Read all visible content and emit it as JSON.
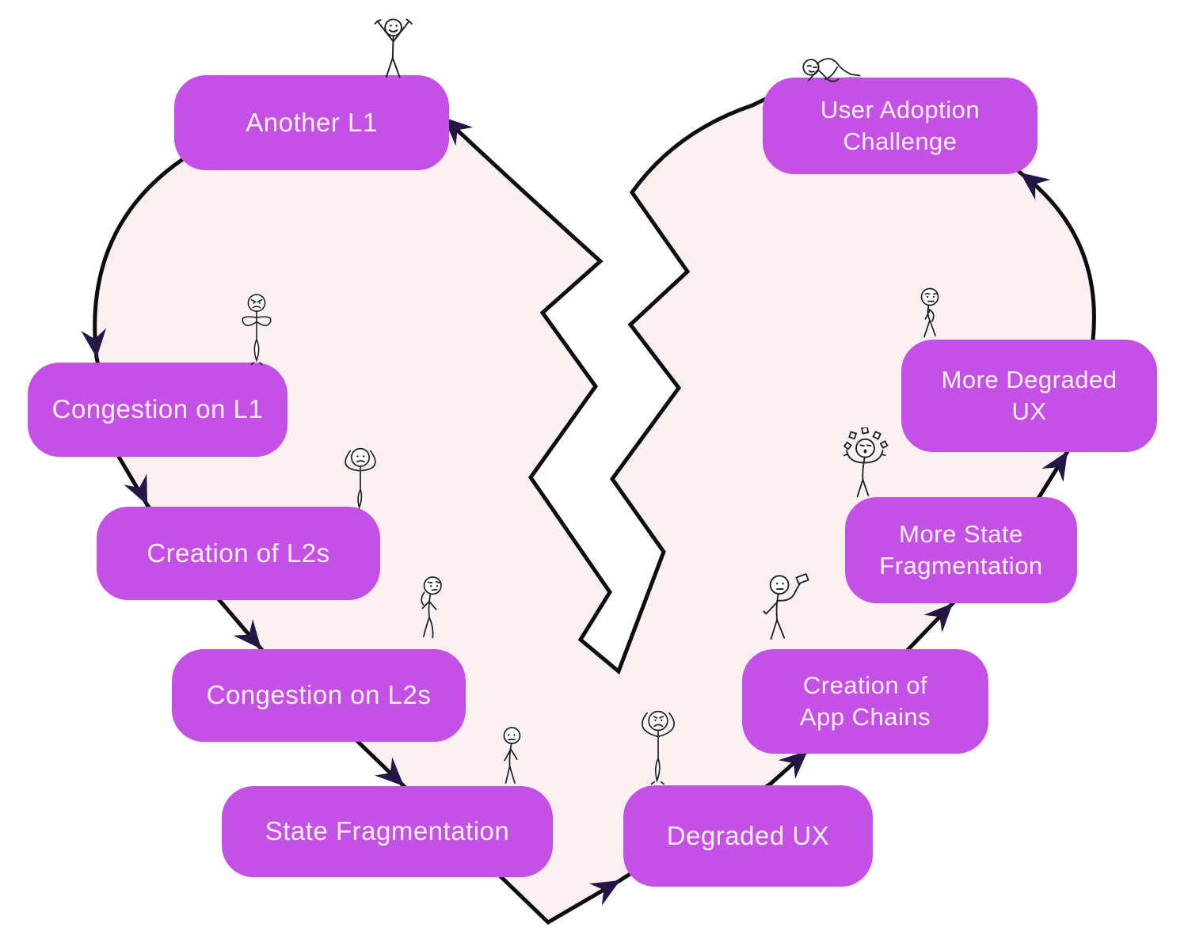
{
  "diagram": {
    "description": "Broken-heart shaped cycle diagram of blockchain scaling problems",
    "colors": {
      "node_fill": "#c550e6",
      "node_text": "#faf0f6",
      "heart_fill": "#fbf1f3",
      "outline": "#0d0d0d",
      "arrowhead": "#241747",
      "background": "#ffffff"
    },
    "nodes": [
      {
        "id": "another-l1",
        "label": "Another L1",
        "figure_icon": "stick-figure-cheering-icon"
      },
      {
        "id": "congestion-on-l1",
        "label": "Congestion on L1",
        "figure_icon": "stick-figure-angry-icon"
      },
      {
        "id": "creation-of-l2s",
        "label": "Creation of L2s",
        "figure_icon": "stick-figure-hands-on-head-icon"
      },
      {
        "id": "congestion-on-l2s",
        "label": "Congestion on L2s",
        "figure_icon": "stick-figure-confused-icon"
      },
      {
        "id": "state-fragmentation",
        "label": "State Fragmentation",
        "figure_icon": "stick-figure-sad-icon"
      },
      {
        "id": "degraded-ux",
        "label": "Degraded UX",
        "figure_icon": "stick-figure-distressed-icon"
      },
      {
        "id": "creation-of-app-chains",
        "label": "Creation of\nApp Chains",
        "figure_icon": "stick-figure-hammer-icon"
      },
      {
        "id": "more-state-fragmentation",
        "label": "More State\nFragmentation",
        "figure_icon": "stick-figure-juggling-icon"
      },
      {
        "id": "more-degraded-ux",
        "label": "More Degraded\nUX",
        "figure_icon": "stick-figure-dejected-icon"
      },
      {
        "id": "user-adoption-challenge",
        "label": "User Adoption\nChallenge",
        "figure_icon": "stick-figure-collapsed-icon"
      }
    ],
    "flow_order": [
      "Another L1",
      "Congestion on L1",
      "Creation of L2s",
      "Congestion on L2s",
      "State Fragmentation",
      "Degraded UX",
      "Creation of App Chains",
      "More State Fragmentation",
      "More Degraded UX",
      "User Adoption Challenge"
    ]
  }
}
